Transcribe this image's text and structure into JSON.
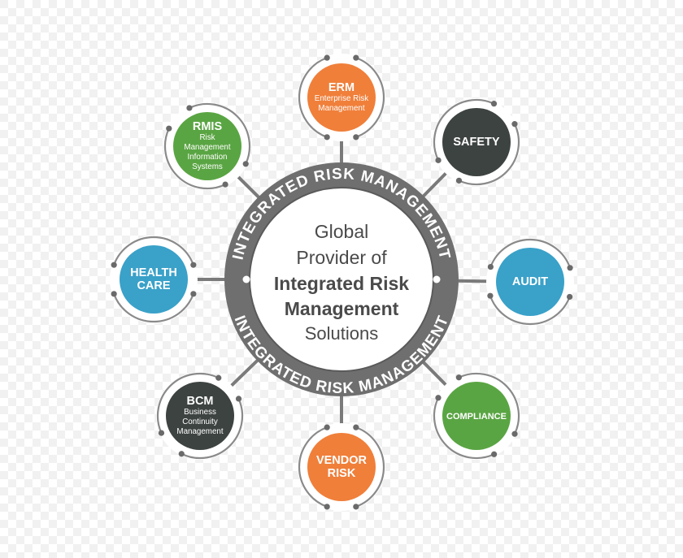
{
  "ring": {
    "top_label": "INTEGRATED RISK MANAGEMENT",
    "bottom_label": "INTEGRATED RISK MANAGEMENT"
  },
  "center": {
    "line1": "Global",
    "line2": "Provider of",
    "line3": "Integrated Risk",
    "line4": "Management",
    "line5": "Solutions"
  },
  "nodes": [
    {
      "id": "erm",
      "title": "ERM",
      "sub": [
        "Enterprise Risk",
        "Management"
      ],
      "color": "#f07f3a"
    },
    {
      "id": "safety",
      "title": "SAFETY",
      "sub": [],
      "color": "#3d4341"
    },
    {
      "id": "audit",
      "title": "AUDIT",
      "sub": [],
      "color": "#3aa1c9"
    },
    {
      "id": "compliance",
      "title": "COMPLIANCE",
      "sub": [],
      "color": "#5aa543"
    },
    {
      "id": "vendor-risk",
      "title": "VENDOR",
      "title2": "RISK",
      "sub": [],
      "color": "#f07f3a"
    },
    {
      "id": "bcm",
      "title": "BCM",
      "sub": [
        "Business",
        "Continuity",
        "Management"
      ],
      "color": "#3d4341"
    },
    {
      "id": "health-care",
      "title": "HEALTH",
      "title2": "CARE",
      "sub": [],
      "color": "#3aa1c9"
    },
    {
      "id": "rmis",
      "title": "RMIS",
      "sub": [
        "Risk",
        "Management",
        "Information",
        "Systems"
      ],
      "color": "#5aa543"
    }
  ],
  "colors": {
    "ring": "#6f6f6f",
    "connector": "#7a7a7a",
    "outline": "#8a8a8a",
    "center_fill": "#ffffff"
  }
}
